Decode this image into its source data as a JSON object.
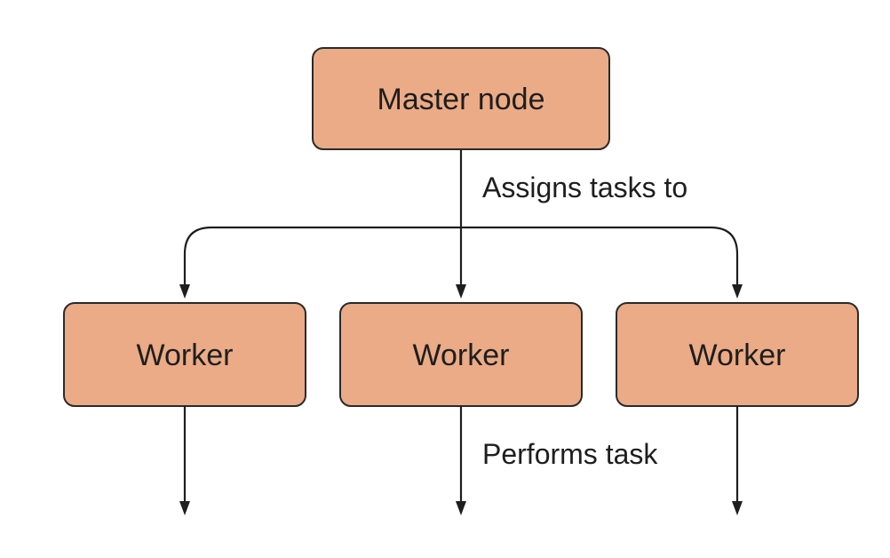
{
  "diagram": {
    "master": {
      "label": "Master node"
    },
    "workers": [
      {
        "label": "Worker"
      },
      {
        "label": "Worker"
      },
      {
        "label": "Worker"
      }
    ],
    "edges": {
      "assigns_label": "Assigns tasks to",
      "performs_label": "Performs task"
    },
    "colors": {
      "node_fill": "#EBAB86",
      "stroke": "#1e1e1e",
      "background": "#ffffff"
    }
  }
}
